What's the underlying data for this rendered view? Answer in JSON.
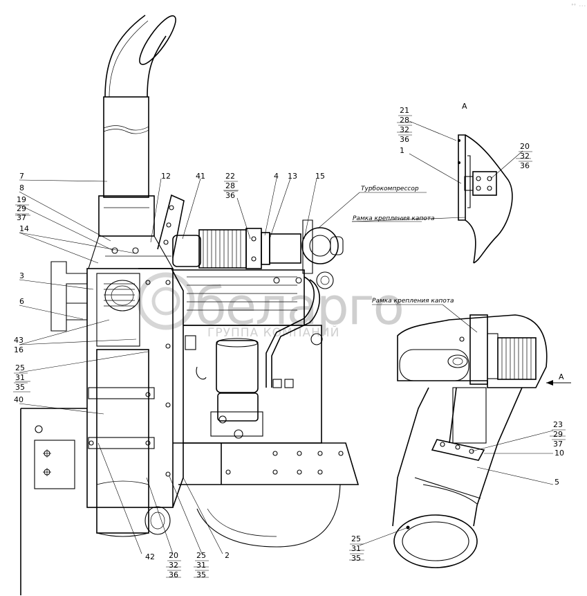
{
  "corner_mark": "°° ---",
  "watermark": {
    "brand": "беларго",
    "subtitle": "ГРУППА КОМПАНИЙ"
  },
  "view": {
    "letter": "А",
    "arrow_letter": "А"
  },
  "annotations": {
    "turbo": "Турбокомпрессор",
    "frame_1": "Рамка крепления капота",
    "frame_2": "Рамка крепления капота"
  },
  "labels": {
    "l7": "7",
    "l8": "8",
    "l19": "19",
    "l29": "29",
    "l37": "37",
    "l14": "14",
    "l3": "3",
    "l6": "6",
    "l43": "43",
    "l16": "16",
    "l25a": "25",
    "l31a": "31",
    "l35a": "35",
    "l40": "40",
    "l12": "12",
    "l41": "41",
    "l22": "22",
    "l28": "28",
    "l36": "36",
    "l4": "4",
    "l13": "13",
    "l15": "15",
    "l42": "42",
    "l20b": "20",
    "l32b": "32",
    "l36b": "36",
    "l25b": "25",
    "l31b": "31",
    "l35b": "35",
    "l2": "2",
    "l21": "21",
    "l28c": "28",
    "l32c": "32",
    "l36c": "36",
    "l1": "1",
    "l20c": "20",
    "l32d": "32",
    "l36d": "36",
    "l23": "23",
    "l29d": "29",
    "l37d": "37",
    "l10": "10",
    "l5": "5",
    "l25c": "25",
    "l31c": "31",
    "l35c": "35"
  }
}
